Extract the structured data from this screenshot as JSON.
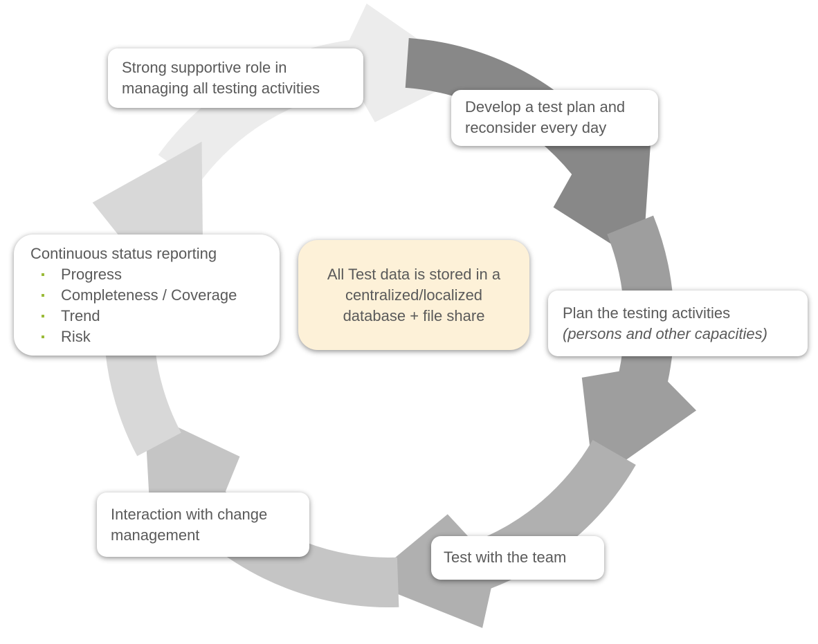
{
  "diagram": {
    "type": "cycle",
    "center_note": {
      "lines": [
        "All Test data is stored in a",
        "centralized/localized",
        "database + file share"
      ],
      "background": "#fdf1d8"
    },
    "steps": [
      {
        "id": "develop-plan",
        "lines": [
          "Develop a test plan and",
          "reconsider every day"
        ]
      },
      {
        "id": "plan-activities",
        "lines": [
          "Plan the testing activities"
        ],
        "italic_line": "(persons and other capacities)"
      },
      {
        "id": "test-team",
        "lines": [
          "Test with the team"
        ]
      },
      {
        "id": "change-management",
        "lines": [
          "Interaction with change",
          "management"
        ]
      },
      {
        "id": "status-reporting",
        "lines": [
          "Continuous status reporting"
        ],
        "bullets": [
          "Progress",
          "Completeness / Coverage",
          "Trend",
          "Risk"
        ]
      },
      {
        "id": "supportive-role",
        "lines": [
          "Strong supportive role in",
          "managing all testing activities"
        ]
      }
    ],
    "arrow_colors": [
      "#888888",
      "#9e9e9e",
      "#b0b0b0",
      "#c5c5c5",
      "#d8d8d8",
      "#ececec"
    ],
    "bullet_color": "#9bbb3a",
    "text_color": "#5a5a5a"
  }
}
